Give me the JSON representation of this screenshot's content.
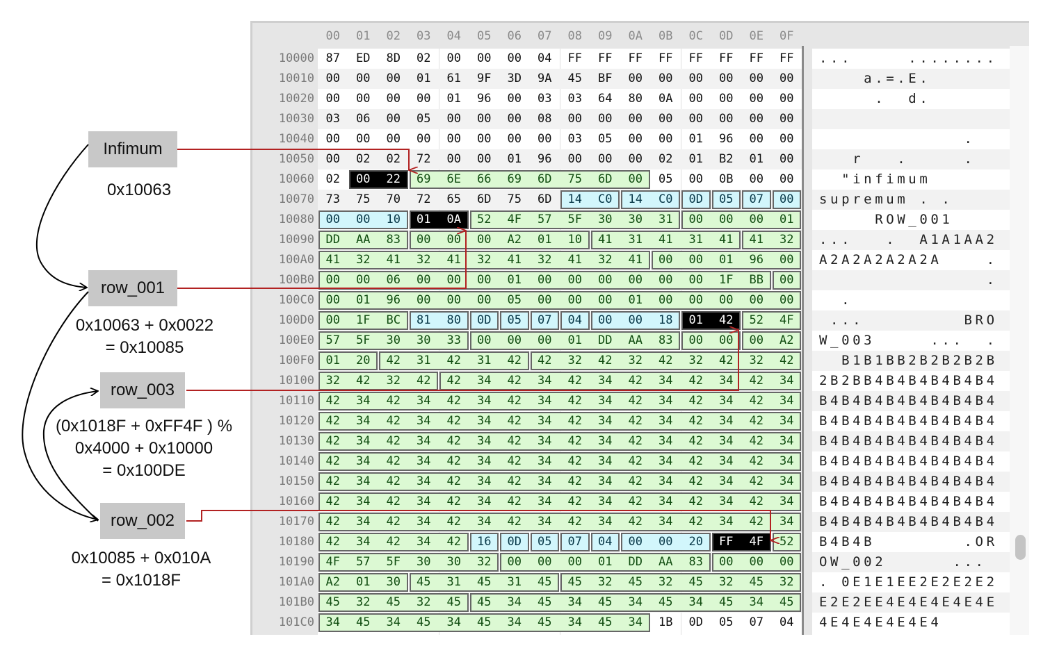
{
  "colors": {
    "green": "#dcf9d3",
    "cyan": "#d2f6fc",
    "highlight": "#000000",
    "arrow_red": "#b22222"
  },
  "column_headers": [
    "00",
    "01",
    "02",
    "03",
    "04",
    "05",
    "06",
    "07",
    "08",
    "09",
    "0A",
    "0B",
    "0C",
    "0D",
    "0E",
    "0F"
  ],
  "rows": [
    {
      "addr": "10000",
      "hex": "87 ED 8D 02 00 00 00 04 FF FF FF FF FF FF FF FF",
      "ascii": "...     ........",
      "segs": []
    },
    {
      "addr": "10010",
      "hex": "00 00 00 01 61 9F 3D 9A 45 BF 00 00 00 00 00 00",
      "ascii": "    a.=.E.      ",
      "segs": []
    },
    {
      "addr": "10020",
      "hex": "00 00 00 00 01 96 00 03 03 64 80 0A 00 00 00 00",
      "ascii": "     .  d.      ",
      "segs": []
    },
    {
      "addr": "10030",
      "hex": "03 06 00 05 00 00 00 08 00 00 00 00 00 00 00 00",
      "ascii": "                ",
      "segs": []
    },
    {
      "addr": "10040",
      "hex": "00 00 00 00 00 00 00 00 03 05 00 00 01 96 00 00",
      "ascii": "             .  ",
      "segs": []
    },
    {
      "addr": "10050",
      "hex": "00 02 02 72 00 00 01 96 00 00 00 02 01 B2 01 00",
      "ascii": "   r   .     .  ",
      "segs": []
    },
    {
      "addr": "10060",
      "hex": "02 00 22 69 6E 66 69 6D 75 6D 00 05 00 0B 00 00",
      "ascii": "  \"infimum      ",
      "segs": [
        [
          1,
          2,
          "b"
        ],
        [
          3,
          8,
          "g"
        ]
      ]
    },
    {
      "addr": "10070",
      "hex": "73 75 70 72 65 6D 75 6D 14 C0 14 C0 0D 05 07 00",
      "ascii": "supremum . .    ",
      "segs": [
        [
          8,
          2,
          "c"
        ],
        [
          10,
          2,
          "c"
        ],
        [
          12,
          1,
          "c"
        ],
        [
          13,
          1,
          "c"
        ],
        [
          14,
          1,
          "c"
        ],
        [
          15,
          1,
          "c"
        ]
      ]
    },
    {
      "addr": "10080",
      "hex": "00 00 10 01 0A 52 4F 57 5F 30 30 31 00 00 00 01",
      "ascii": "     ROW_001    ",
      "segs": [
        [
          0,
          3,
          "c"
        ],
        [
          3,
          2,
          "b"
        ],
        [
          5,
          7,
          "g"
        ],
        [
          12,
          4,
          "g"
        ]
      ]
    },
    {
      "addr": "10090",
      "hex": "DD AA 83 00 00 00 A2 01 10 41 31 41 31 41 41 32",
      "ascii": "...   .  A1A1AA2",
      "segs": [
        [
          0,
          3,
          "g"
        ],
        [
          3,
          6,
          "g"
        ],
        [
          9,
          5,
          "g"
        ],
        [
          14,
          2,
          "g"
        ]
      ]
    },
    {
      "addr": "100A0",
      "hex": "41 32 41 32 41 32 41 32 41 32 41 00 00 01 96 00",
      "ascii": "A2A2A2A2A2A    .",
      "segs": [
        [
          0,
          11,
          "g"
        ],
        [
          11,
          5,
          "g"
        ]
      ]
    },
    {
      "addr": "100B0",
      "hex": "00 00 06 00 00 00 01 00 00 00 00 00 00 1F BB 00",
      "ascii": "               .",
      "segs": [
        [
          0,
          15,
          "g"
        ],
        [
          15,
          1,
          "g"
        ]
      ]
    },
    {
      "addr": "100C0",
      "hex": "00 01 96 00 00 00 05 00 00 00 01 00 00 00 00 00",
      "ascii": "  .             ",
      "segs": [
        [
          0,
          16,
          "g"
        ]
      ]
    },
    {
      "addr": "100D0",
      "hex": "00 1F BC 81 80 0D 05 07 04 00 00 18 01 42 52 4F",
      "ascii": " ...         BRO",
      "segs": [
        [
          0,
          3,
          "g"
        ],
        [
          3,
          2,
          "c"
        ],
        [
          5,
          1,
          "c"
        ],
        [
          6,
          1,
          "c"
        ],
        [
          7,
          1,
          "c"
        ],
        [
          8,
          1,
          "c"
        ],
        [
          9,
          3,
          "c"
        ],
        [
          12,
          2,
          "b"
        ],
        [
          14,
          2,
          "g"
        ]
      ]
    },
    {
      "addr": "100E0",
      "hex": "57 5F 30 30 33 00 00 00 01 DD AA 83 00 00 00 A2",
      "ascii": "W_003     ...  .",
      "segs": [
        [
          0,
          5,
          "g"
        ],
        [
          5,
          7,
          "g"
        ],
        [
          12,
          2,
          "g"
        ],
        [
          14,
          2,
          "g"
        ]
      ]
    },
    {
      "addr": "100F0",
      "hex": "01 20 42 31 42 31 42 42 32 42 32 42 32 42 32 42",
      "ascii": "  B1B1BB2B2B2B2B",
      "segs": [
        [
          0,
          2,
          "g"
        ],
        [
          2,
          5,
          "g"
        ],
        [
          7,
          9,
          "g"
        ]
      ]
    },
    {
      "addr": "10100",
      "hex": "32 42 32 42 42 34 42 34 42 34 42 34 42 34 42 34",
      "ascii": "2B2BB4B4B4B4B4B4",
      "segs": [
        [
          0,
          4,
          "g"
        ],
        [
          4,
          12,
          "g"
        ]
      ]
    },
    {
      "addr": "10110",
      "hex": "42 34 42 34 42 34 42 34 42 34 42 34 42 34 42 34",
      "ascii": "B4B4B4B4B4B4B4B4",
      "segs": [
        [
          0,
          16,
          "g"
        ]
      ]
    },
    {
      "addr": "10120",
      "hex": "42 34 42 34 42 34 42 34 42 34 42 34 42 34 42 34",
      "ascii": "B4B4B4B4B4B4B4B4",
      "segs": [
        [
          0,
          16,
          "g"
        ]
      ]
    },
    {
      "addr": "10130",
      "hex": "42 34 42 34 42 34 42 34 42 34 42 34 42 34 42 34",
      "ascii": "B4B4B4B4B4B4B4B4",
      "segs": [
        [
          0,
          16,
          "g"
        ]
      ]
    },
    {
      "addr": "10140",
      "hex": "42 34 42 34 42 34 42 34 42 34 42 34 42 34 42 34",
      "ascii": "B4B4B4B4B4B4B4B4",
      "segs": [
        [
          0,
          16,
          "g"
        ]
      ]
    },
    {
      "addr": "10150",
      "hex": "42 34 42 34 42 34 42 34 42 34 42 34 42 34 42 34",
      "ascii": "B4B4B4B4B4B4B4B4",
      "segs": [
        [
          0,
          16,
          "g"
        ]
      ]
    },
    {
      "addr": "10160",
      "hex": "42 34 42 34 42 34 42 34 42 34 42 34 42 34 42 34",
      "ascii": "B4B4B4B4B4B4B4B4",
      "segs": [
        [
          0,
          16,
          "g"
        ]
      ]
    },
    {
      "addr": "10170",
      "hex": "42 34 42 34 42 34 42 34 42 34 42 34 42 34 42 34",
      "ascii": "B4B4B4B4B4B4B4B4",
      "segs": [
        [
          0,
          16,
          "g"
        ]
      ]
    },
    {
      "addr": "10180",
      "hex": "42 34 42 34 42 16 0D 05 07 04 00 00 20 FF 4F 52",
      "ascii": "B4B4B        .OR",
      "segs": [
        [
          0,
          5,
          "g"
        ],
        [
          5,
          1,
          "c"
        ],
        [
          6,
          1,
          "c"
        ],
        [
          7,
          1,
          "c"
        ],
        [
          8,
          1,
          "c"
        ],
        [
          9,
          1,
          "c"
        ],
        [
          10,
          3,
          "c"
        ],
        [
          13,
          2,
          "b"
        ],
        [
          15,
          1,
          "g"
        ]
      ]
    },
    {
      "addr": "10190",
      "hex": "4F 57 5F 30 30 32 00 00 00 01 DD AA 83 00 00 00",
      "ascii": "OW_002      ... ",
      "segs": [
        [
          0,
          6,
          "g"
        ],
        [
          6,
          7,
          "g"
        ],
        [
          13,
          3,
          "g"
        ]
      ]
    },
    {
      "addr": "101A0",
      "hex": "A2 01 30 45 31 45 31 45 45 32 45 32 45 32 45 32",
      "ascii": ". 0E1E1EE2E2E2E2",
      "segs": [
        [
          0,
          3,
          "g"
        ],
        [
          3,
          5,
          "g"
        ],
        [
          8,
          8,
          "g"
        ]
      ]
    },
    {
      "addr": "101B0",
      "hex": "45 32 45 32 45 45 34 45 34 45 34 45 34 45 34 45",
      "ascii": "E2E2EE4E4E4E4E4E",
      "segs": [
        [
          0,
          5,
          "g"
        ],
        [
          5,
          11,
          "g"
        ]
      ]
    },
    {
      "addr": "101C0",
      "hex": "34 45 34 45 34 45 34 45 34 45 34 1B 0D 05 07 04",
      "ascii": "4E4E4E4E4E4     ",
      "segs": [
        [
          0,
          11,
          "g"
        ]
      ]
    }
  ],
  "annotations": {
    "infimum": {
      "label": "Infimum",
      "note": "0x10063"
    },
    "row_001": {
      "label": "row_001",
      "note": "0x10063 + 0x0022\n= 0x10085"
    },
    "row_003": {
      "label": "row_003",
      "note": "(0x1018F + 0xFF4F ) %\n0x4000 + 0x10000\n= 0x100DE"
    },
    "row_002": {
      "label": "row_002",
      "note": "0x10085 + 0x010A\n= 0x1018F"
    }
  }
}
